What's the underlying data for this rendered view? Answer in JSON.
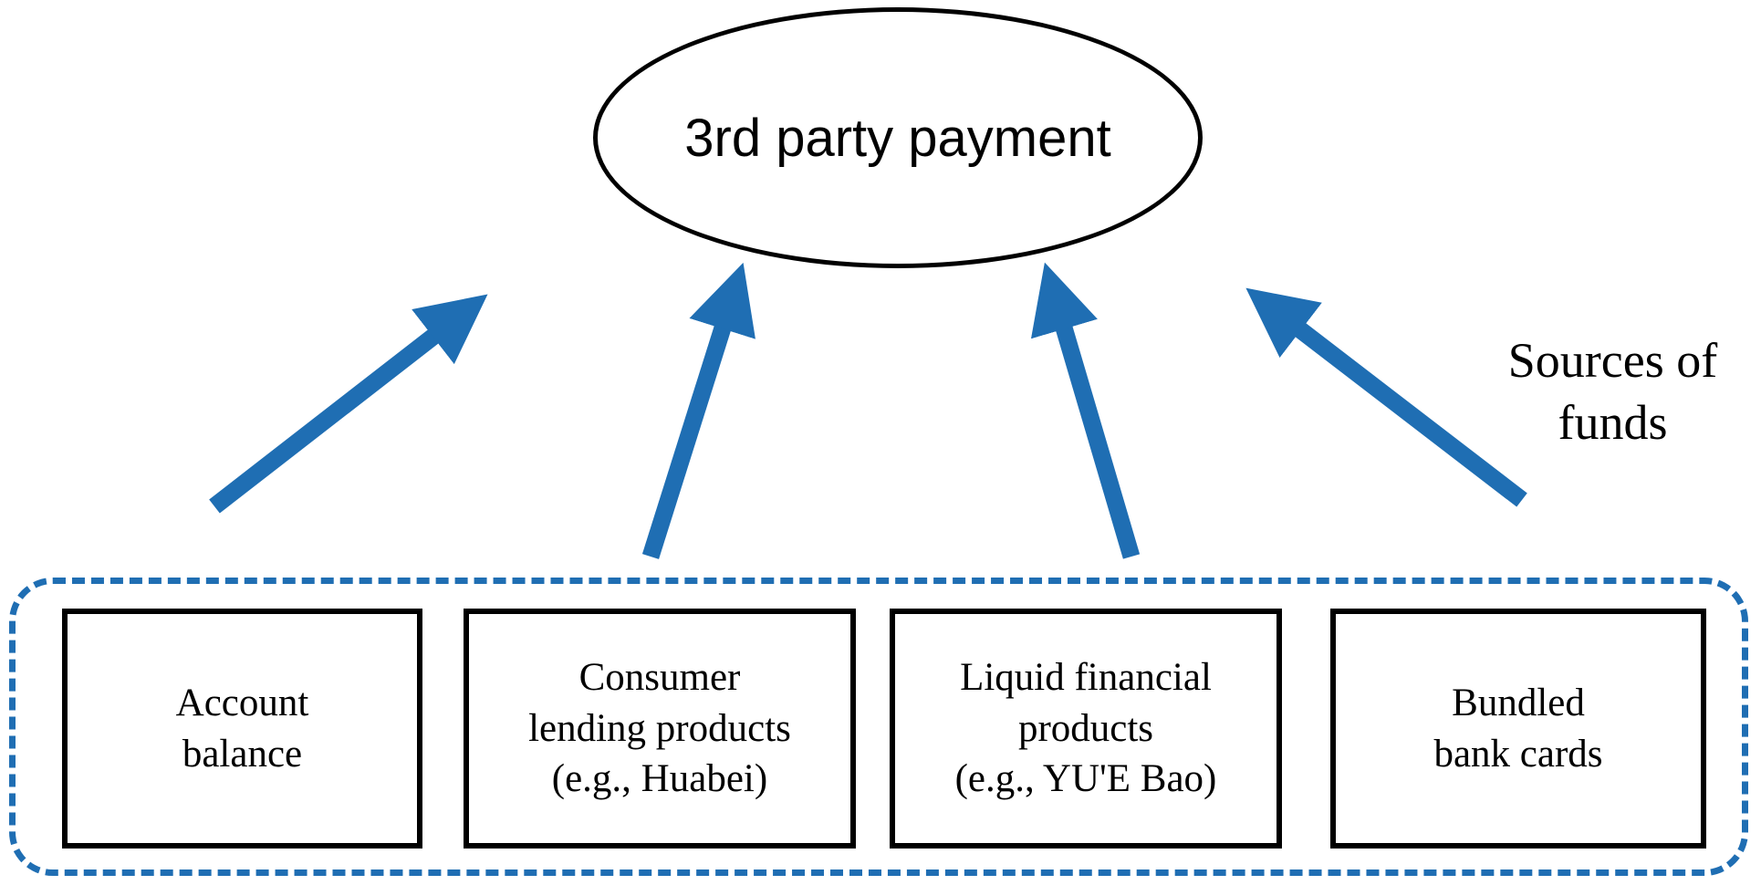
{
  "diagram": {
    "title": "3rd party payment",
    "side_label": "Sources of\nfunds",
    "sources": [
      {
        "id": "account-balance",
        "label": "Account\nbalance"
      },
      {
        "id": "consumer-lending",
        "label": "Consumer\nlending products\n(e.g., Huabei)"
      },
      {
        "id": "liquid-financial",
        "label": "Liquid financial\nproducts\n(e.g., YU'E Bao)"
      },
      {
        "id": "bundled-bank-cards",
        "label": "Bundled\nbank cards"
      }
    ],
    "arrows": [
      {
        "from": "account-balance",
        "to": "3rd party payment"
      },
      {
        "from": "consumer-lending",
        "to": "3rd party payment"
      },
      {
        "from": "liquid-financial",
        "to": "3rd party payment"
      },
      {
        "from": "bundled-bank-cards",
        "to": "3rd party payment"
      }
    ],
    "colors": {
      "arrow": "#1F6EB3",
      "container_border": "#1F6EB3",
      "box_border": "#000000",
      "background": "#FFFFFF"
    }
  }
}
